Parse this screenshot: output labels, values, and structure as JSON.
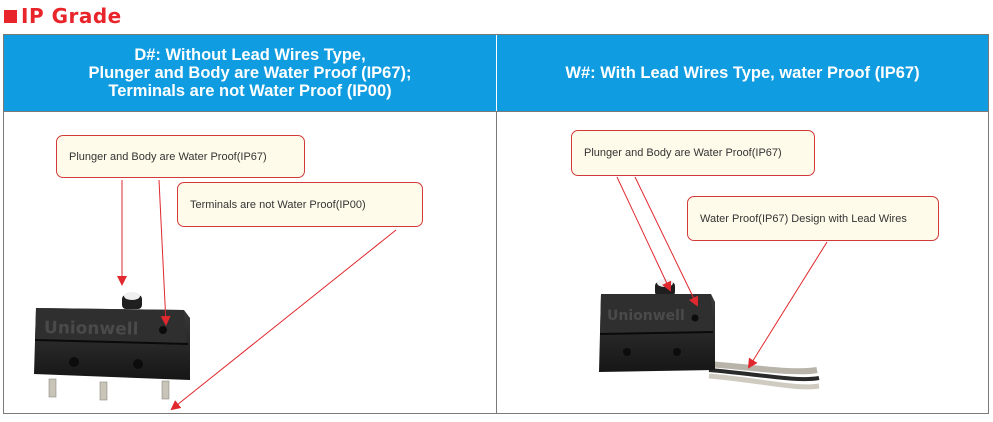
{
  "section_title": "IP Grade",
  "columns": [
    {
      "header_lines": [
        "D#: Without Lead Wires Type,",
        "Plunger and Body are Water Proof (IP67);",
        "Terminals are not Water Proof (IP00)"
      ],
      "callouts": [
        "Plunger and Body are Water Proof(IP67)",
        "Terminals are not Water Proof(IP00)"
      ],
      "brand": "Unionwell"
    },
    {
      "header_lines": [
        "W#: With Lead Wires Type, water Proof (IP67)"
      ],
      "callouts": [
        "Plunger and Body are Water Proof(IP67)",
        "Water Proof(IP67) Design with Lead Wires"
      ],
      "brand": "Unionwell"
    }
  ],
  "colors": {
    "accent_red": "#e8252b",
    "header_blue": "#0f9ce0",
    "callout_fill": "#fffbea",
    "callout_border": "#d23a3a",
    "arrow_red": "#e0282e"
  }
}
